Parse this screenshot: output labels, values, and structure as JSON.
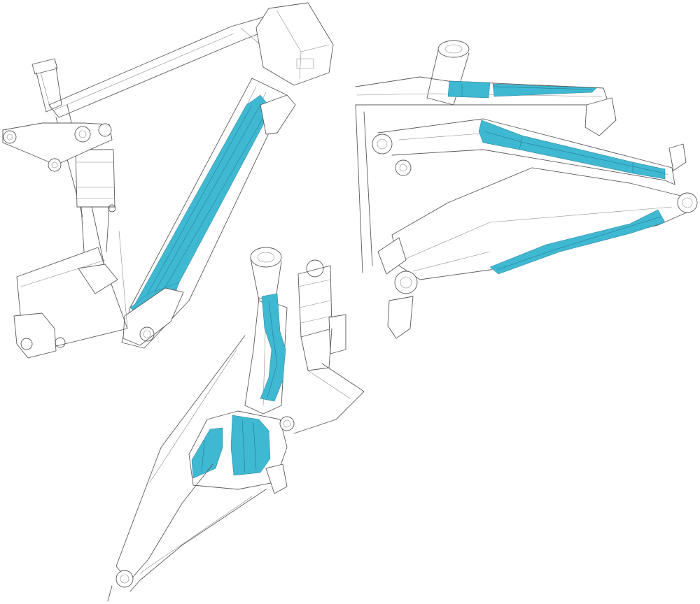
{
  "colors": {
    "background": "#ffffff",
    "line_art": "#5a5a5a",
    "protection_film": "#3fb8d2"
  },
  "views": [
    {
      "id": "left-side-view",
      "icon": "bike-frame-side-view-icon"
    },
    {
      "id": "right-rear-view",
      "icon": "bike-frame-rear-triangle-icon"
    },
    {
      "id": "front-three-quarter-view",
      "icon": "bike-frame-front-view-icon"
    }
  ]
}
